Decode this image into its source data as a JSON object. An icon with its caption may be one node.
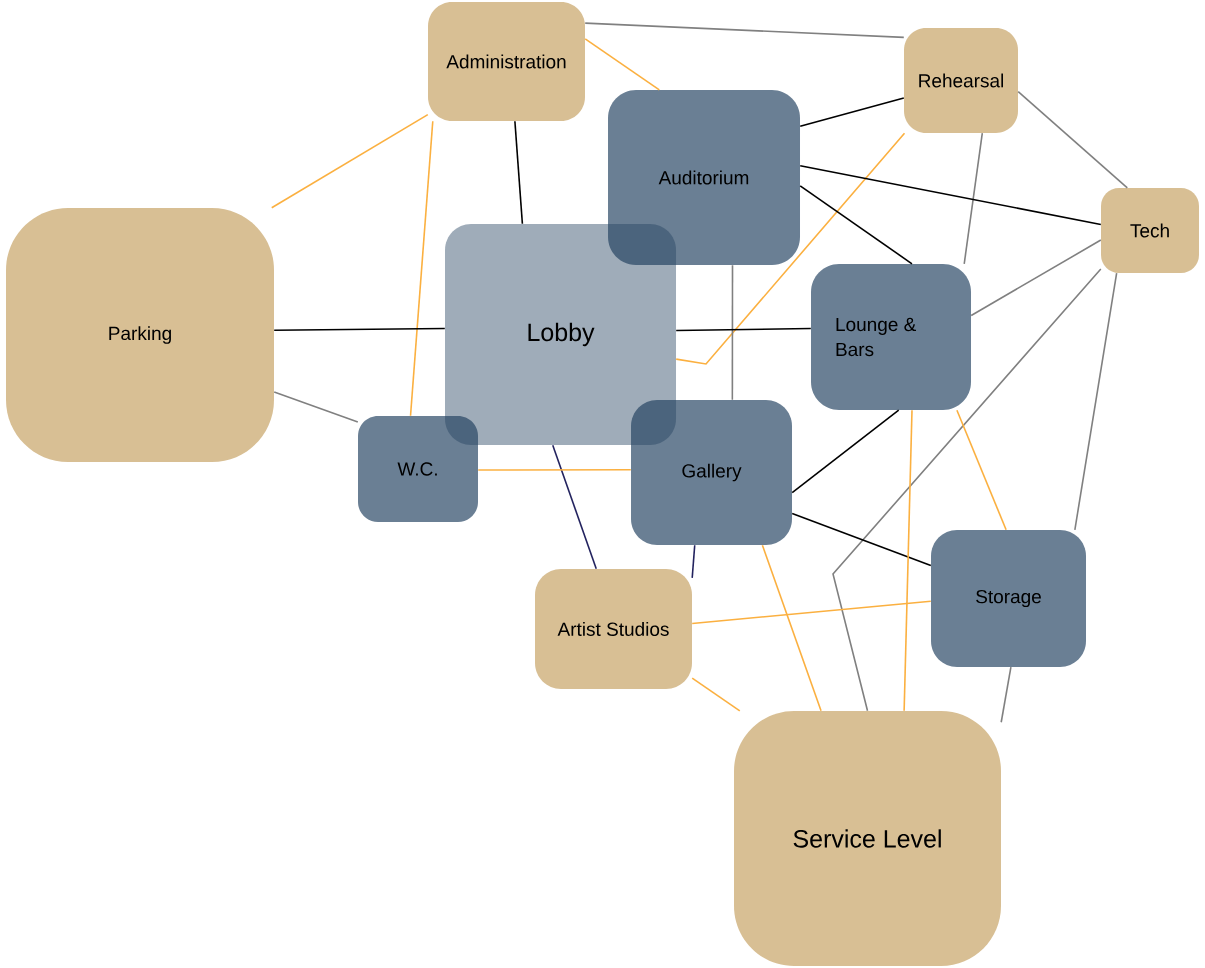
{
  "diagram": {
    "nodes": [
      {
        "text": [
          "Administration"
        ]
      },
      {
        "text": [
          "Rehearsal"
        ]
      },
      {
        "text": [
          "Auditorium"
        ]
      },
      {
        "text": [
          "Tech"
        ]
      },
      {
        "text": [
          "Parking"
        ]
      },
      {
        "text": [
          "Lobby"
        ]
      },
      {
        "text": [
          "Lounge & Bars"
        ]
      },
      {
        "text": [
          "W.C."
        ]
      },
      {
        "text": [
          "Gallery"
        ]
      },
      {
        "text": [
          "Artist Studios"
        ]
      },
      {
        "text": [
          "Storage"
        ]
      },
      {
        "text": [
          "Service Level"
        ]
      }
    ],
    "edges": [
      {
        "from": 0,
        "to": 1,
        "arrow": "none",
        "color": "#808080"
      },
      {
        "from": 0,
        "to": 4,
        "arrow": "none",
        "color": "#fbb040"
      },
      {
        "from": 0,
        "to": 2,
        "arrow": "none",
        "color": "#fbb040"
      },
      {
        "from": 0,
        "to": 7,
        "arrow": "none",
        "color": "#fbb040"
      },
      {
        "from": 0,
        "to": 5,
        "arrow": "none",
        "color": "#000000"
      },
      {
        "from": 2,
        "to": 1,
        "arrow": "none",
        "color": "#000000"
      },
      {
        "from": 1,
        "to": 3,
        "arrow": "none",
        "color": "#808080"
      },
      {
        "from": 1,
        "to": 6,
        "arrow": "none",
        "color": "#808080"
      },
      {
        "from": 1,
        "to": 5,
        "arrow": "none",
        "color": "#fbb040"
      },
      {
        "from": 2,
        "to": 3,
        "arrow": "none",
        "color": "#000000"
      },
      {
        "from": 2,
        "to": 6,
        "arrow": "none",
        "color": "#000000"
      },
      {
        "from": 2,
        "to": 8,
        "arrow": "none",
        "color": "#808080"
      },
      {
        "from": 3,
        "to": 6,
        "arrow": "none",
        "color": "#808080"
      },
      {
        "from": 3,
        "to": 11,
        "arrow": "none",
        "color": "#808080"
      },
      {
        "from": 3,
        "to": 10,
        "arrow": "none",
        "color": "#808080"
      },
      {
        "from": 4,
        "to": 5,
        "arrow": "none",
        "color": "#000000"
      },
      {
        "from": 4,
        "to": 7,
        "arrow": "none",
        "color": "#808080"
      },
      {
        "from": 5,
        "to": 6,
        "arrow": "none",
        "color": "#000000"
      },
      {
        "from": 5,
        "to": 9,
        "arrow": "none",
        "color": "#23235f"
      },
      {
        "from": 7,
        "to": 8,
        "arrow": "none",
        "color": "#fbb040"
      },
      {
        "from": 8,
        "to": 6,
        "arrow": "none",
        "color": "#000000"
      },
      {
        "from": 8,
        "to": 10,
        "arrow": "none",
        "color": "#000000"
      },
      {
        "from": 8,
        "to": 9,
        "arrow": "none",
        "color": "#23235f"
      },
      {
        "from": 8,
        "to": 11,
        "arrow": "none",
        "color": "#fbb040"
      },
      {
        "from": 6,
        "to": 11,
        "arrow": "none",
        "color": "#fbb040"
      },
      {
        "from": 6,
        "to": 10,
        "arrow": "none",
        "color": "#fbb040"
      },
      {
        "from": 9,
        "to": 10,
        "arrow": "none",
        "color": "#fbb040"
      },
      {
        "from": 9,
        "to": 11,
        "arrow": "none",
        "color": "#fbb040"
      },
      {
        "from": 10,
        "to": 11,
        "arrow": "none",
        "color": "#808080"
      }
    ]
  }
}
